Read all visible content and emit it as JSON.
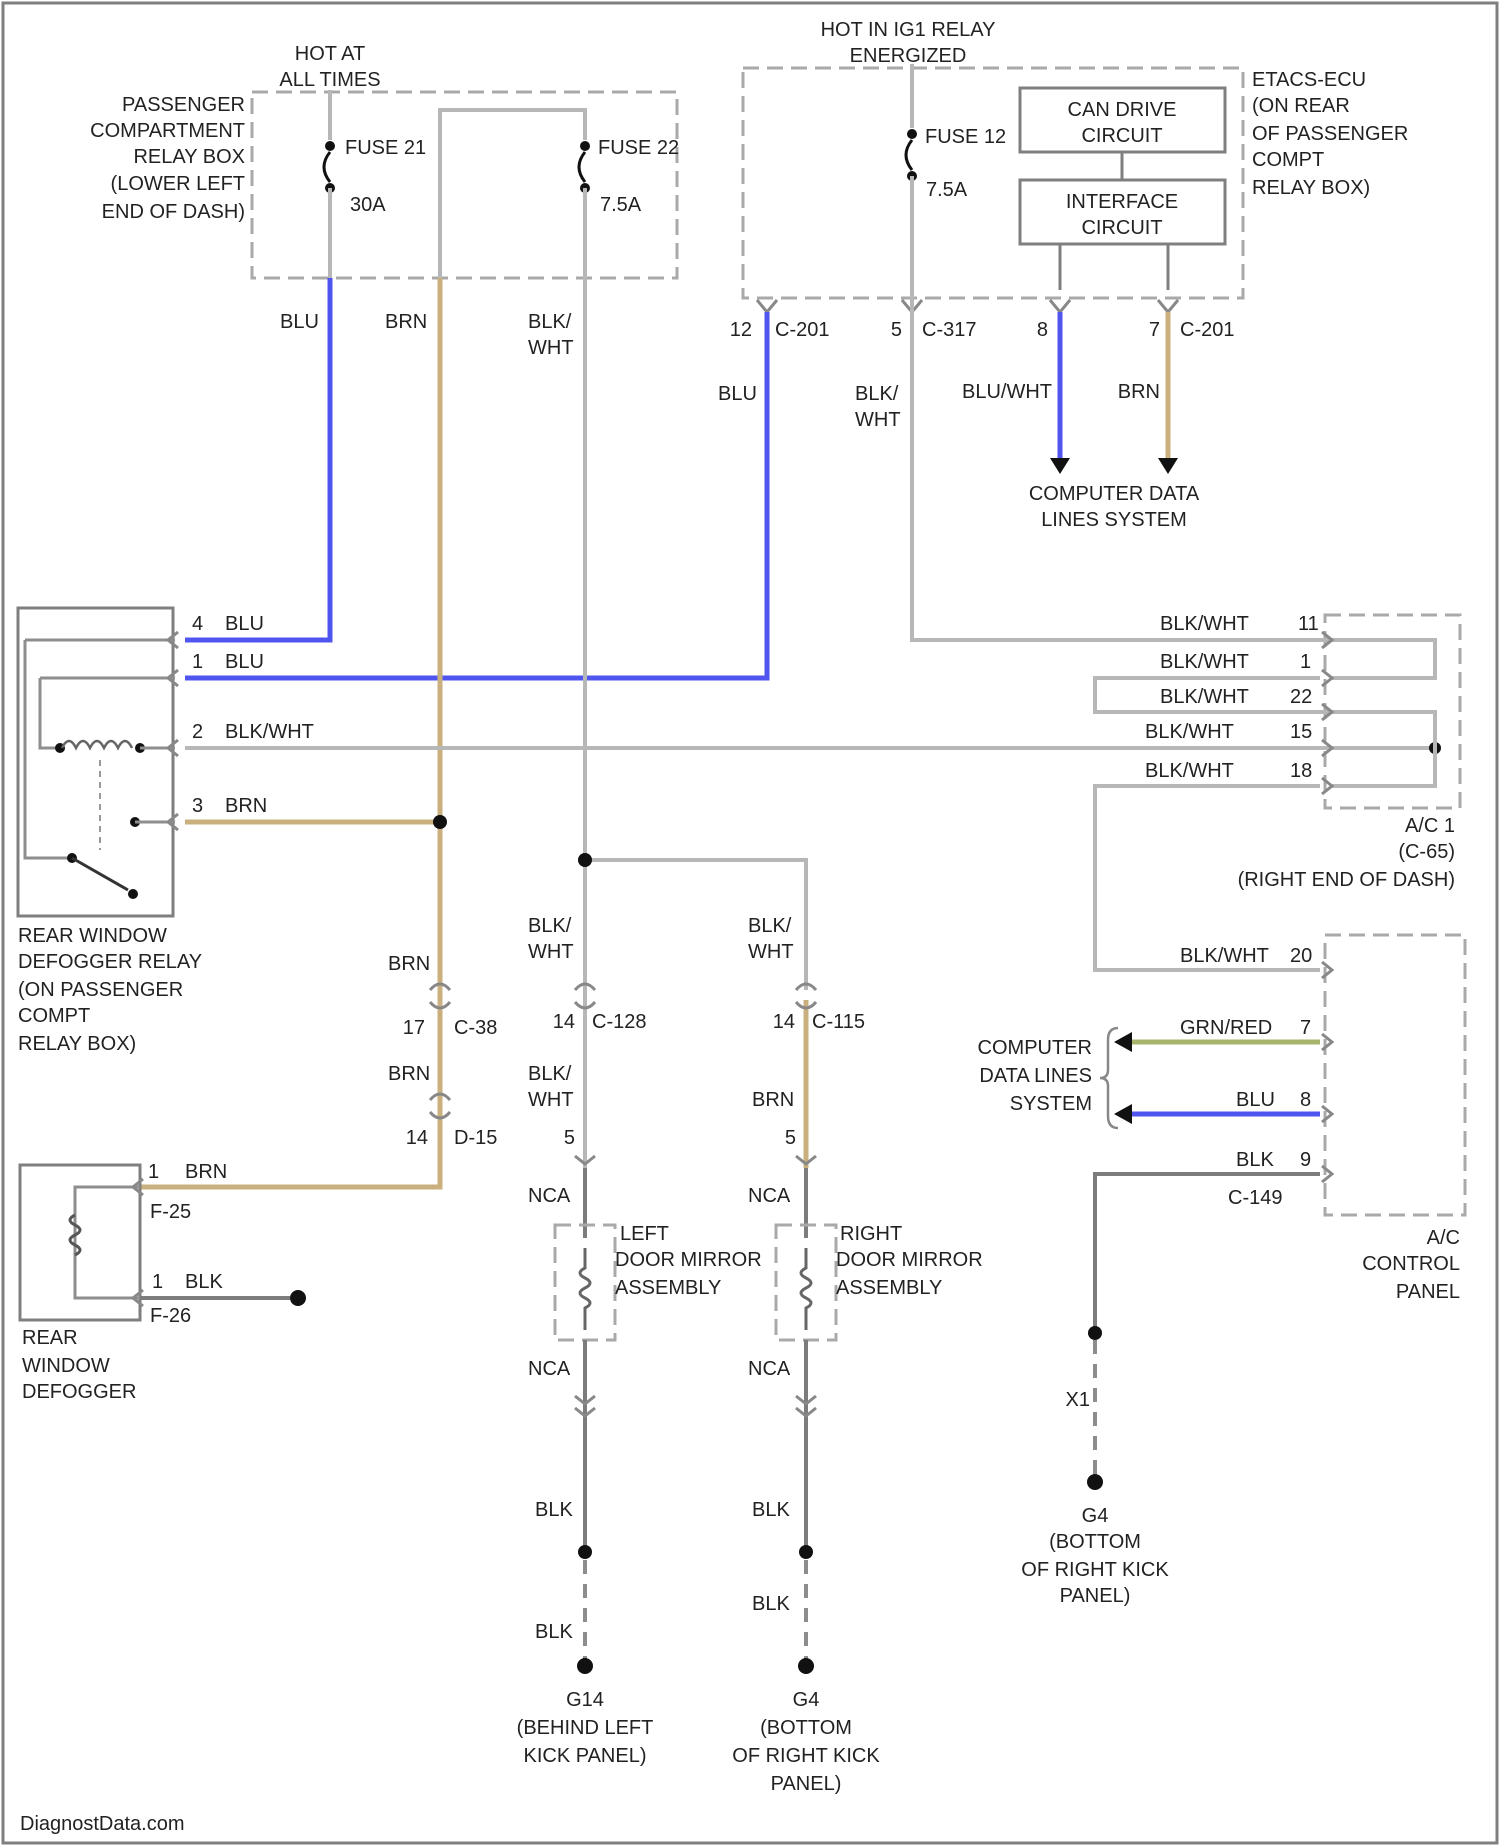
{
  "diagram": {
    "watermark": "DiagnostData.com",
    "labels": {
      "hot_at_all_times": [
        "HOT AT",
        "ALL TIMES"
      ],
      "hot_ig1_relay": [
        "HOT IN IG1 RELAY",
        "ENERGIZED"
      ],
      "pcrb": [
        "PASSENGER",
        "COMPARTMENT",
        "RELAY BOX",
        "(LOWER LEFT",
        "END OF DASH)"
      ],
      "fuse21": [
        "FUSE 21",
        "30A"
      ],
      "fuse22": [
        "FUSE 22",
        "7.5A"
      ],
      "fuse12": [
        "FUSE 12",
        "7.5A"
      ],
      "can_drive": [
        "CAN DRIVE",
        "CIRCUIT"
      ],
      "interface": [
        "INTERFACE",
        "CIRCUIT"
      ],
      "etacs": [
        "ETACS-ECU",
        "(ON REAR",
        "OF PASSENGER",
        "COMPT",
        "RELAY BOX)"
      ],
      "conn_c201_12": [
        "12",
        "C-201"
      ],
      "conn_c317": [
        "5",
        "C-317"
      ],
      "conn_8": "8",
      "conn_c201_7": [
        "7",
        "C-201"
      ],
      "cdl_top": [
        "COMPUTER DATA",
        "LINES SYSTEM"
      ],
      "cdl_mid": [
        "COMPUTER",
        "DATA LINES",
        "SYSTEM"
      ],
      "relay_name": [
        "REAR WINDOW",
        "DEFOGGER RELAY",
        "(ON PASSENGER",
        "COMPT",
        "RELAY BOX)"
      ],
      "relay_pins": [
        {
          "pin": "4",
          "color": "BLU"
        },
        {
          "pin": "1",
          "color": "BLU"
        },
        {
          "pin": "2",
          "color": "BLK/WHT"
        },
        {
          "pin": "3",
          "color": "BRN"
        }
      ],
      "ac_pins": [
        {
          "color": "BLK/WHT",
          "pin": "11"
        },
        {
          "color": "BLK/WHT",
          "pin": "1"
        },
        {
          "color": "BLK/WHT",
          "pin": "22"
        },
        {
          "color": "BLK/WHT",
          "pin": "15"
        },
        {
          "color": "BLK/WHT",
          "pin": "18"
        }
      ],
      "ac_conn": [
        "A/C 1",
        "(C-65)",
        "(RIGHT END OF DASH)"
      ],
      "ac_panel_pins": [
        {
          "color": "BLK/WHT",
          "pin": "20"
        },
        {
          "color": "GRN/RED",
          "pin": "7"
        },
        {
          "color": "BLU",
          "pin": "8"
        },
        {
          "color": "BLK",
          "pin": "9"
        }
      ],
      "c149": "C-149",
      "ac_panel": [
        "A/C",
        "CONTROL",
        "PANEL"
      ],
      "c38": [
        "17",
        "C-38"
      ],
      "d15": [
        "14",
        "D-15"
      ],
      "c128": [
        "14",
        "C-128"
      ],
      "c115": [
        "14",
        "C-115"
      ],
      "pin5_left": "5",
      "pin5_right": "5",
      "nca": "NCA",
      "left_mirror": [
        "LEFT",
        "DOOR MIRROR",
        "ASSEMBLY"
      ],
      "right_mirror": [
        "RIGHT",
        "DOOR MIRROR",
        "ASSEMBLY"
      ],
      "defogger_pins": [
        {
          "pin": "1",
          "color": "BRN",
          "conn": "F-25"
        },
        {
          "pin": "1",
          "color": "BLK",
          "conn": "F-26"
        }
      ],
      "defogger": [
        "REAR",
        "WINDOW",
        "DEFOGGER"
      ],
      "x1": "X1",
      "gnd_g4_right": [
        "G4",
        "(BOTTOM",
        "OF RIGHT KICK",
        "PANEL)"
      ],
      "gnd_g14": [
        "G14",
        "(BEHIND LEFT",
        "KICK PANEL)"
      ],
      "gnd_g4_center": [
        "G4",
        "(BOTTOM",
        "OF RIGHT KICK",
        "PANEL)"
      ],
      "wire_colors": {
        "blu": "BLU",
        "brn": "BRN",
        "blk_wht": [
          "BLK/",
          "WHT"
        ],
        "blu_wht": "BLU/WHT",
        "blk": "BLK"
      }
    },
    "colors": {
      "blu_wire": "#4f55ee",
      "brn_wire": "#c9b07e",
      "grn_red_wire": "#a7b46d",
      "blk_wht_wire": "#b7b7b7",
      "blk_wire": "#7c7c7c"
    }
  }
}
